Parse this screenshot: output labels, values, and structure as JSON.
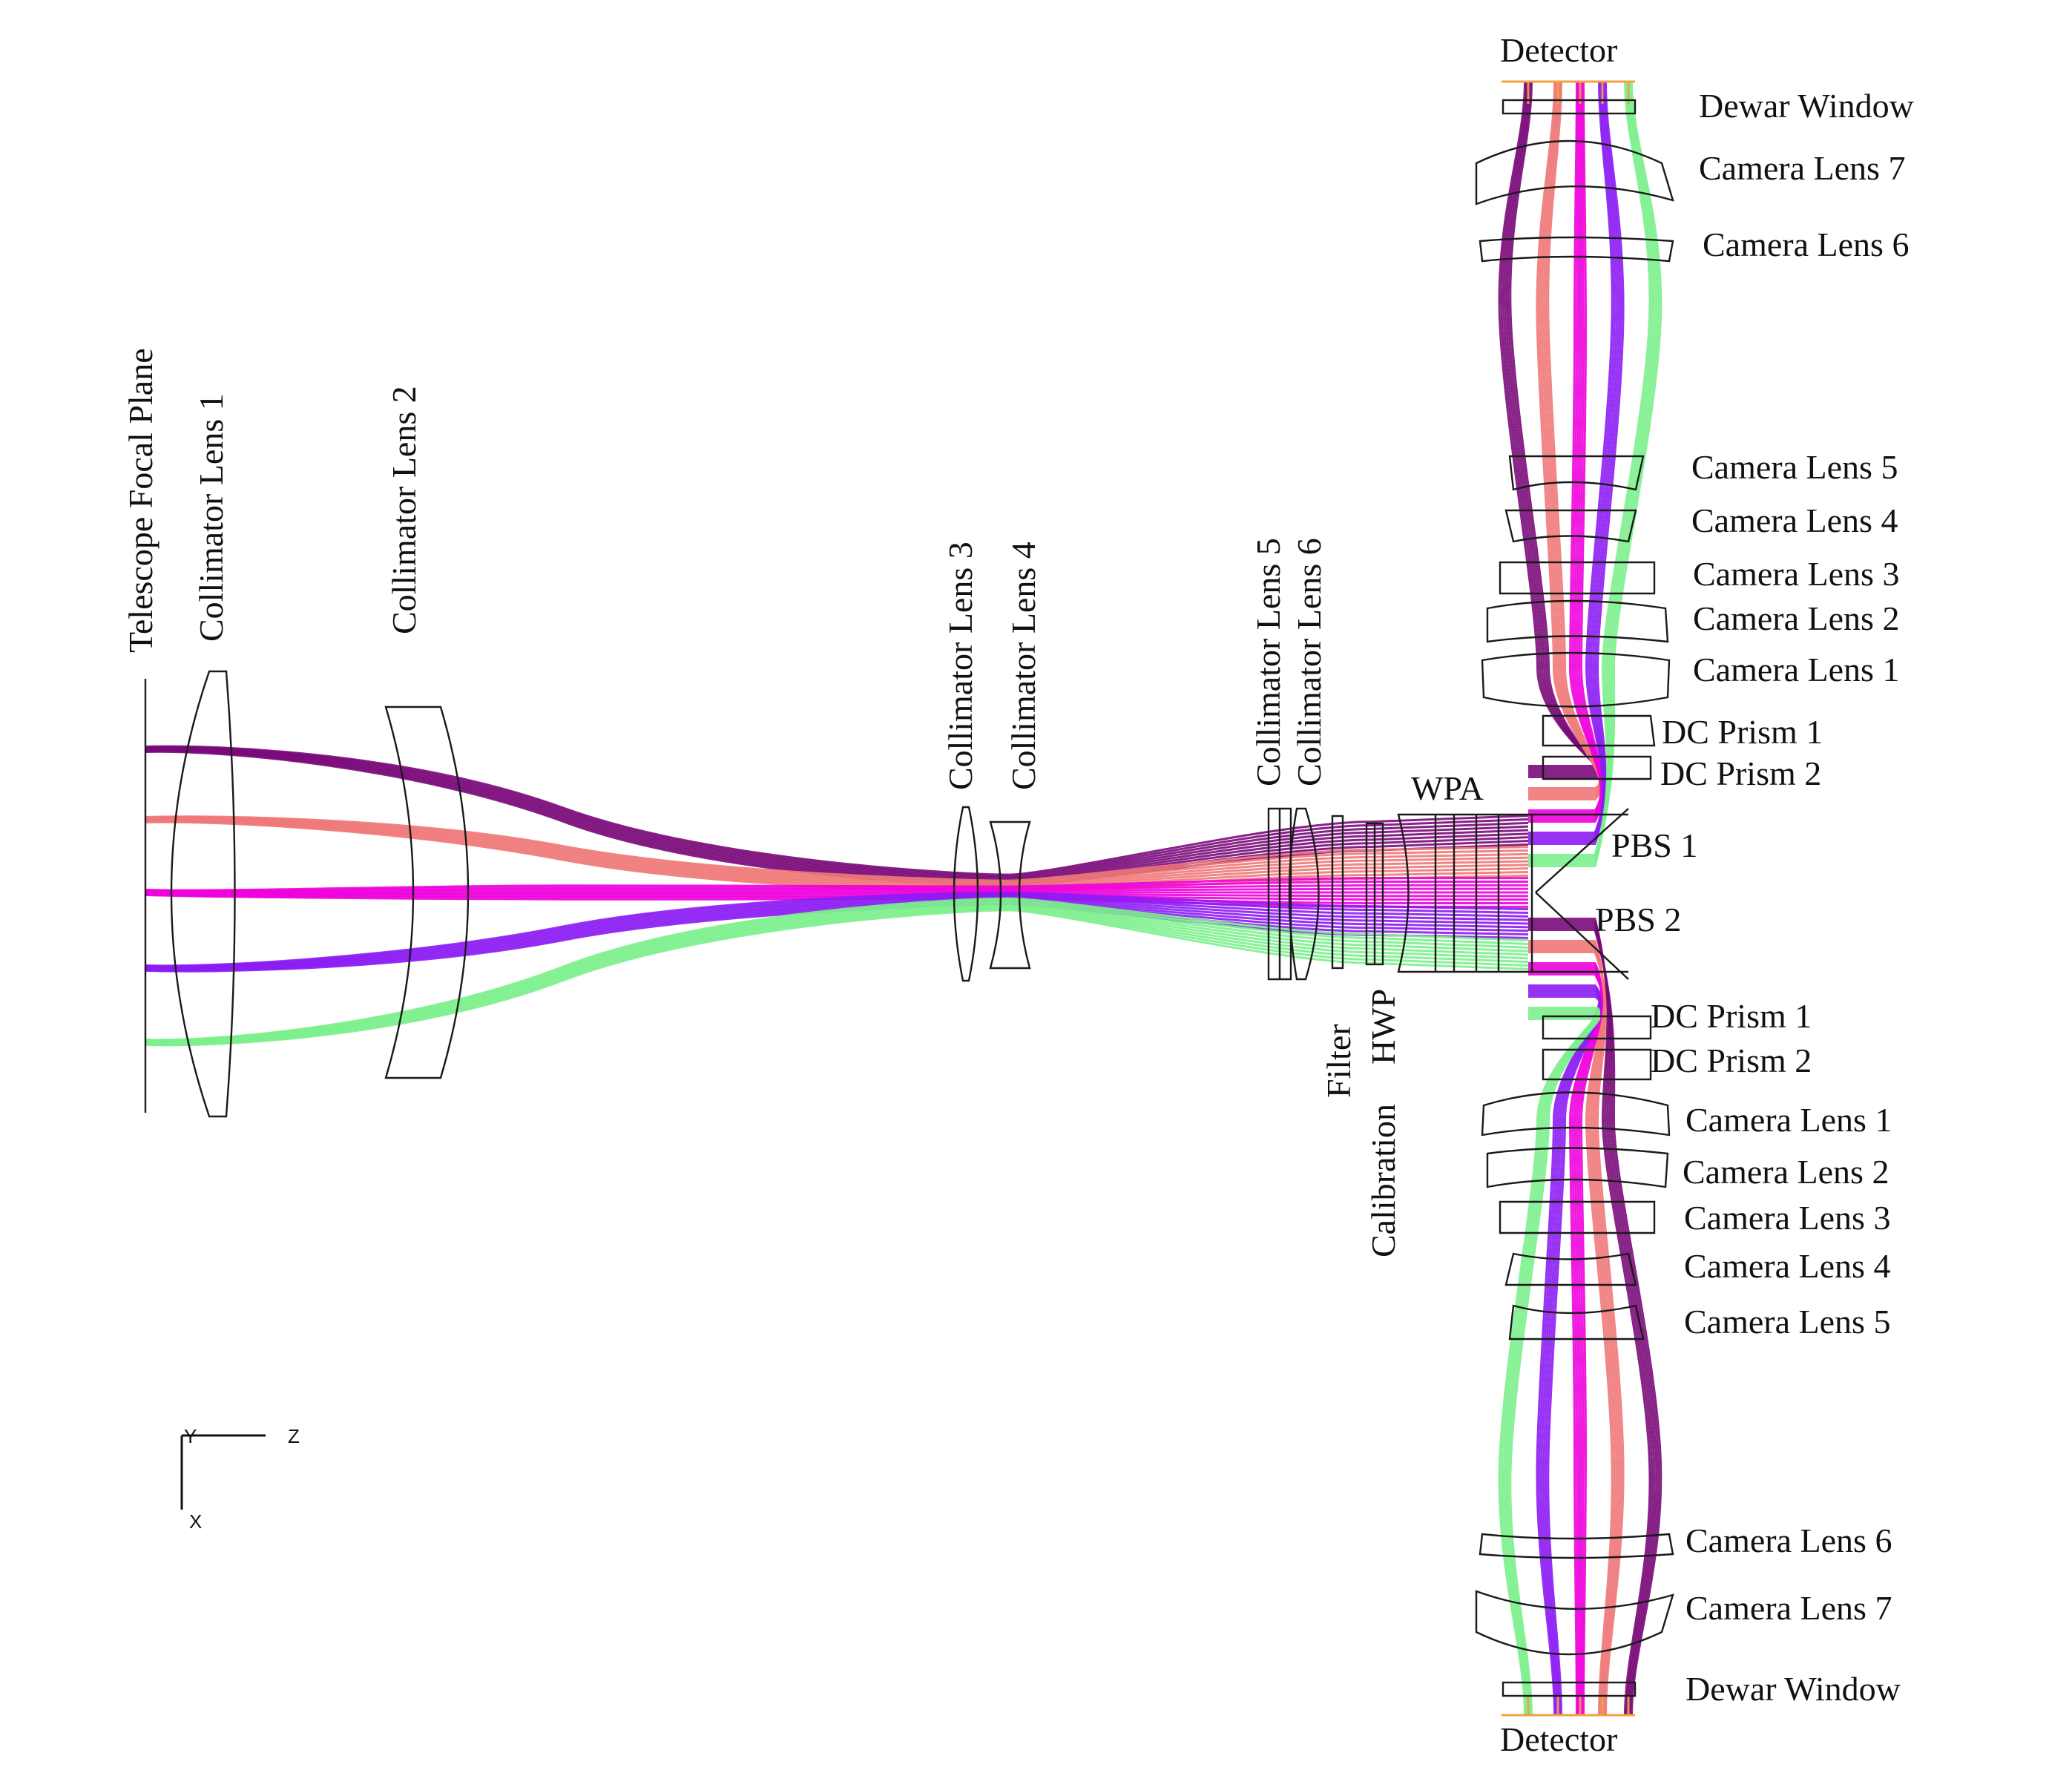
{
  "colors": {
    "dark_purple": "#7a0a7a",
    "salmon": "#f07878",
    "magenta": "#ee00dd",
    "violet": "#8c1cf4",
    "green": "#7cf08c",
    "orange": "#f5a040",
    "outline": "#1a1a1a"
  },
  "labels": {
    "telescope_focal_plane": "Telescope Focal Plane",
    "collimator_lens_1": "Collimator Lens 1",
    "collimator_lens_2": "Collimator Lens 2",
    "collimator_lens_3": "Collimator Lens 3",
    "collimator_lens_4": "Collimator Lens 4",
    "collimator_lens_5": "Collimator Lens 5",
    "collimator_lens_6": "Collimator Lens 6",
    "filter": "Filter",
    "calibration": "Calibration",
    "hwp": "HWP",
    "wpa": "WPA",
    "pbs_1": "PBS 1",
    "pbs_2": "PBS 2"
  },
  "upper_arm": {
    "detector": "Detector",
    "dewar_window": "Dewar Window",
    "camera_lens_7": "Camera Lens 7",
    "camera_lens_6": "Camera Lens 6",
    "camera_lens_5": "Camera Lens 5",
    "camera_lens_4": "Camera Lens 4",
    "camera_lens_3": "Camera Lens 3",
    "camera_lens_2": "Camera Lens 2",
    "camera_lens_1": "Camera Lens 1",
    "dc_prism_1": "DC Prism 1",
    "dc_prism_2": "DC Prism 2"
  },
  "lower_arm": {
    "dc_prism_1": "DC Prism 1",
    "dc_prism_2": "DC Prism 2",
    "camera_lens_1": "Camera Lens 1",
    "camera_lens_2": "Camera Lens 2",
    "camera_lens_3": "Camera Lens 3",
    "camera_lens_4": "Camera Lens 4",
    "camera_lens_5": "Camera Lens 5",
    "camera_lens_6": "Camera Lens 6",
    "camera_lens_7": "Camera Lens 7",
    "dewar_window": "Dewar Window",
    "detector": "Detector"
  },
  "axes": {
    "y": "Y",
    "z": "Z",
    "x": "X"
  }
}
